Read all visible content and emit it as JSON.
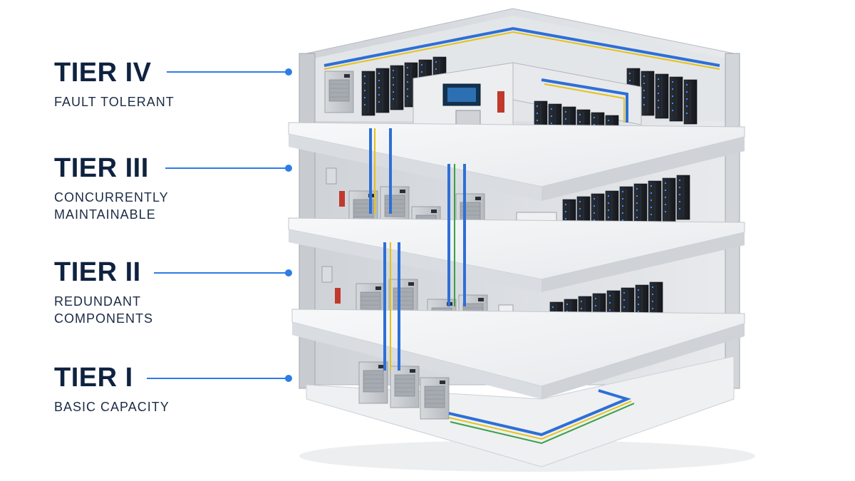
{
  "tiers": [
    {
      "name": "TIER IV",
      "subtitle_lines": [
        "FAULT TOLERANT"
      ]
    },
    {
      "name": "TIER III",
      "subtitle_lines": [
        "CONCURRENTLY",
        "MAINTAINABLE"
      ]
    },
    {
      "name": "TIER II",
      "subtitle_lines": [
        "REDUNDANT",
        "COMPONENTS"
      ]
    },
    {
      "name": "TIER I",
      "subtitle_lines": [
        "BASIC CAPACITY"
      ]
    }
  ],
  "colors": {
    "label_text": "#0f2240",
    "connector": "#2e7ce6",
    "slab": "#eef0f2",
    "slab_edge": "#c9ced4",
    "wall": "#dfe2e6",
    "server_rack": "#1c2027",
    "rack_light": "#3d8bff",
    "cooling_unit": "#c9ccd0",
    "cable_blue": "#2d6fd6",
    "cable_yellow": "#e4c21a",
    "cable_green": "#3aa04a"
  },
  "icons": [
    "server-rack-icon",
    "cooling-unit-icon",
    "control-monitor-icon",
    "fire-extinguisher-icon",
    "cable-tray-icon"
  ]
}
